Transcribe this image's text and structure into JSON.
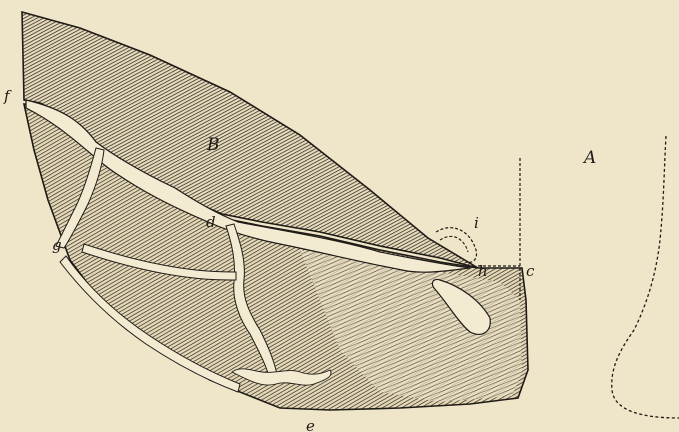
{
  "figure": {
    "labels": {
      "A": "A",
      "B": "B",
      "c": "c",
      "d": "d",
      "e": "e",
      "f": "f",
      "g": "g",
      "h": "h",
      "i": "i"
    },
    "colors": {
      "paper": "#efe6c9",
      "ink": "#1e1a16",
      "hatch": "#2b2520"
    }
  }
}
